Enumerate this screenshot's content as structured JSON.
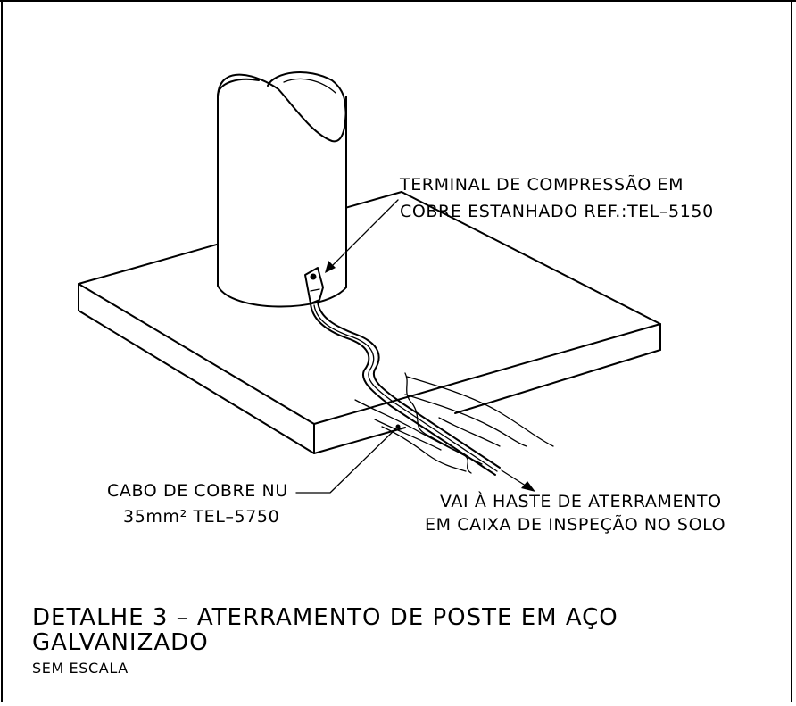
{
  "annotations": {
    "terminal_line1": "TERMINAL DE COMPRESSÃO EM",
    "terminal_line2": "COBRE ESTANHADO REF.:TEL–5150",
    "cable_line1": "CABO DE COBRE NU",
    "cable_line2": "35mm² TEL–5750",
    "destination_line1": "VAI À HASTE DE ATERRAMENTO",
    "destination_line2": "EM CAIXA DE INSPEÇÃO NO SOLO"
  },
  "title_block": {
    "title_line1": "DETALHE 3 – ATERRAMENTO DE POSTE EM AÇO",
    "title_line2": "GALVANIZADO",
    "scale_note": "SEM ESCALA"
  }
}
